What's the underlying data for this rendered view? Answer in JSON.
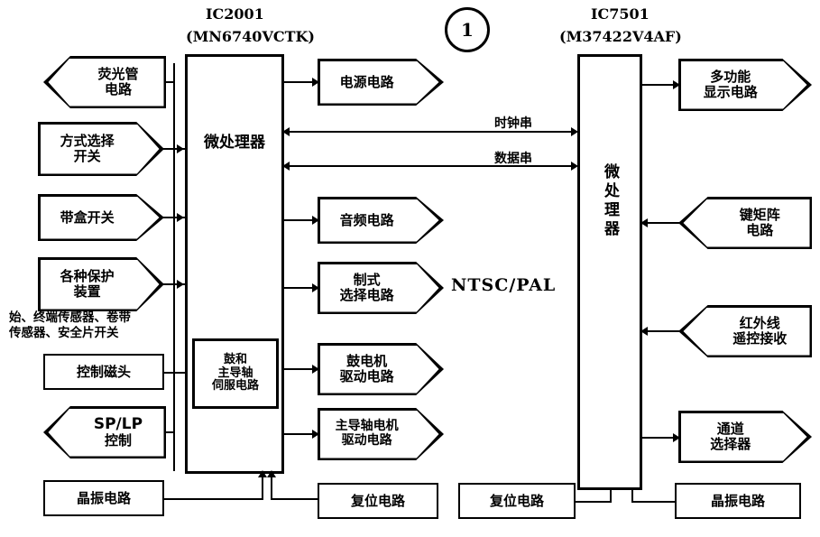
{
  "diagram": {
    "title_left": {
      "line1": "IC2001",
      "line2": "(MN6740VCTK)"
    },
    "title_right": {
      "line1": "IC7501",
      "line2": "(M37422V4AF)"
    },
    "figure_marker": "1",
    "standard_label": "NTSC/PAL",
    "ic2001": {
      "label": "微处理器"
    },
    "ic7501": {
      "label": "微处理器"
    },
    "servo_block": {
      "line1": "鼓和",
      "line2": "主导轴",
      "line3": "伺服电路"
    },
    "bus_labels": {
      "clock": "时钟串",
      "data": "数据串"
    },
    "sensor_note": {
      "line1": "始、终端传感器、卷带",
      "line2": "传感器、安全片开关"
    },
    "left_blocks": [
      {
        "id": "fluorescent",
        "lines": [
          "荧光管",
          "电路"
        ],
        "shape": "pentagon-left"
      },
      {
        "id": "mode-select",
        "lines": [
          "方式选择",
          "开关"
        ],
        "shape": "pentagon-right"
      },
      {
        "id": "cassette-switch",
        "lines": [
          "带盒开关"
        ],
        "shape": "pentagon-right"
      },
      {
        "id": "protection",
        "lines": [
          "各种保护",
          "装置"
        ],
        "shape": "pentagon-right"
      },
      {
        "id": "control-head",
        "lines": [
          "控制磁头"
        ],
        "shape": "rect"
      },
      {
        "id": "sp-lp",
        "lines": [
          "SP/LP",
          "控制"
        ],
        "shape": "pentagon-left"
      },
      {
        "id": "crystal-left",
        "lines": [
          "晶振电路"
        ],
        "shape": "rect"
      }
    ],
    "middle_blocks": [
      {
        "id": "power-supply",
        "lines": [
          "电源电路"
        ],
        "shape": "pentagon-right"
      },
      {
        "id": "audio",
        "lines": [
          "音频电路"
        ],
        "shape": "pentagon-right"
      },
      {
        "id": "system-select",
        "lines": [
          "制式",
          "选择电路"
        ],
        "shape": "pentagon-right"
      },
      {
        "id": "drum-motor-drive",
        "lines": [
          "鼓电机",
          "驱动电路"
        ],
        "shape": "pentagon-right"
      },
      {
        "id": "capstan-motor-drive",
        "lines": [
          "主导轴电机",
          "驱动电路"
        ],
        "shape": "pentagon-right"
      },
      {
        "id": "reset-left",
        "lines": [
          "复位电路"
        ],
        "shape": "rect"
      }
    ],
    "right_blocks": [
      {
        "id": "multifunction-display",
        "lines": [
          "多功能",
          "显示电路"
        ],
        "shape": "pentagon-right"
      },
      {
        "id": "key-matrix",
        "lines": [
          "键矩阵",
          "电路"
        ],
        "shape": "pentagon-left"
      },
      {
        "id": "ir-remote",
        "lines": [
          "红外线",
          "遥控接收"
        ],
        "shape": "pentagon-left"
      },
      {
        "id": "channel-selector",
        "lines": [
          "通道",
          "选择器"
        ],
        "shape": "pentagon-right"
      },
      {
        "id": "crystal-right",
        "lines": [
          "晶振电路"
        ],
        "shape": "rect"
      },
      {
        "id": "reset-right",
        "lines": [
          "复位电路"
        ],
        "shape": "rect"
      }
    ]
  }
}
